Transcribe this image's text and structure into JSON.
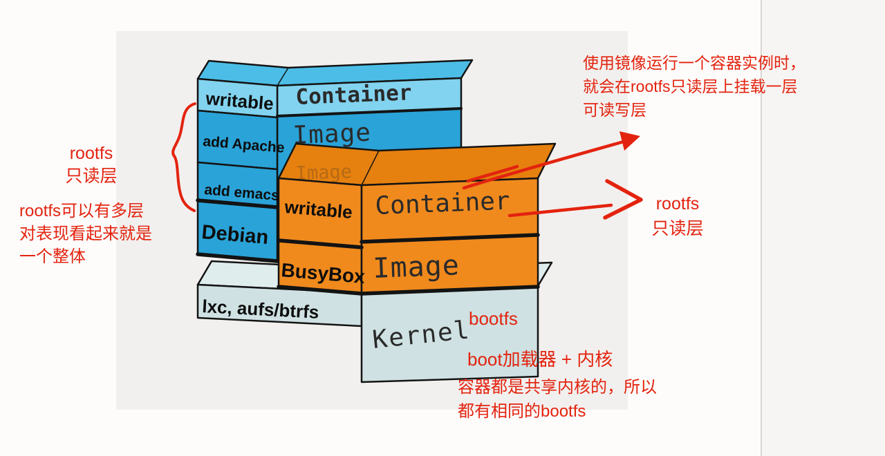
{
  "colors": {
    "page_bg": "#fdfcfb",
    "panel_bg": "#f2f0ee",
    "rail_bg": "#f7f5f3",
    "divider": "#d9d6d3",
    "blue": "#2aa3d8",
    "blue_light": "#82d3ef",
    "blue_top": "#4cbde6",
    "orange": "#f08a1d",
    "orange_top": "#e6800e",
    "base": "#cfe1e2",
    "base_top": "#dfedec",
    "ink": "#131313",
    "red": "#e3230f"
  },
  "diagram": {
    "blue_box": {
      "layers": [
        "writable",
        "add Apache",
        "add emacs",
        "Debian"
      ],
      "container_label": "Container",
      "image_label": "Image"
    },
    "orange_box": {
      "layers": [
        "writable",
        "BusyBox"
      ],
      "container_label": "Container",
      "image_label": "Image",
      "ghost_label": "Image"
    },
    "base_box": {
      "side_label": "lxc, aufs/btrfs",
      "front_label": "Kernel"
    }
  },
  "annotations": {
    "top_right_note": "使用镜像运行一个容器实例时，\n就会在rootfs只读层上挂载一层\n可读写层",
    "left_rootfs_label": "rootfs\n只读层",
    "left_note": "rootfs可以有多层\n对表现看起来就是\n一个整体",
    "right_rootfs_label": "rootfs\n只读层",
    "bootfs_label": "bootfs",
    "bootfs_note": "boot加载器 + 内核",
    "kernel_note": "容器都是共享内核的，所以\n都有相同的bootfs"
  }
}
